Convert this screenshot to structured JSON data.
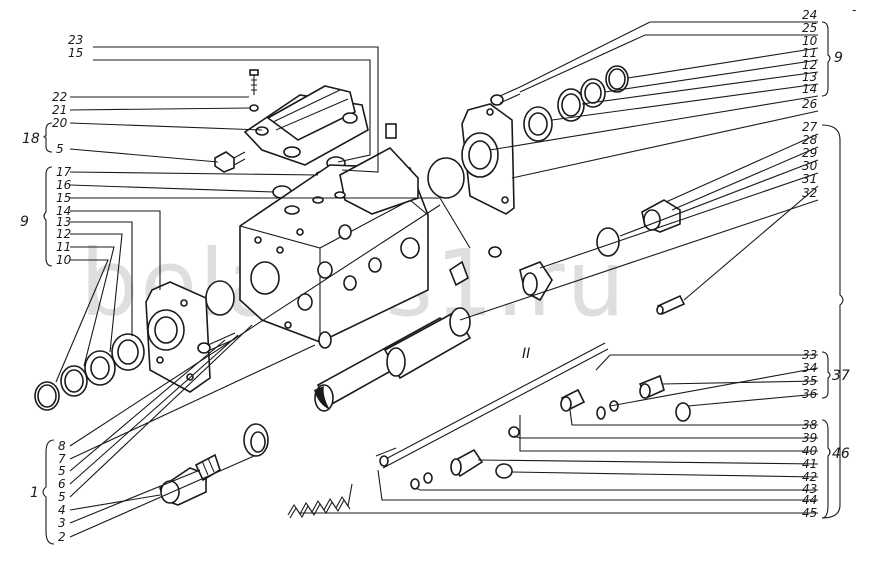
{
  "watermark": "belarus1.ru",
  "corner_mark": "-",
  "labels_top_right": [
    "24",
    "25",
    "10",
    "11",
    "12",
    "13",
    "14",
    "26",
    "27",
    "28",
    "29",
    "30",
    "31",
    "32"
  ],
  "bracket_9_right": "9",
  "labels_top_left": [
    "23",
    "15"
  ],
  "labels_left_a": [
    "22",
    "21",
    "20"
  ],
  "bracket_18": "18",
  "label_5_top": "5",
  "labels_left_b": [
    "17",
    "16",
    "15",
    "14",
    "13",
    "12",
    "11",
    "10"
  ],
  "bracket_9_left": "9",
  "labels_mid_right": [
    "33",
    "34",
    "35",
    "36"
  ],
  "bracket_37": "37",
  "labels_bottom_right": [
    "38",
    "39",
    "40",
    "41",
    "42",
    "43",
    "44",
    "45"
  ],
  "bracket_46": "46",
  "labels_bottom_left": [
    "8",
    "7",
    "5",
    "6",
    "5",
    "4",
    "3",
    "2"
  ],
  "bracket_1": "1",
  "mark_ii": "II"
}
